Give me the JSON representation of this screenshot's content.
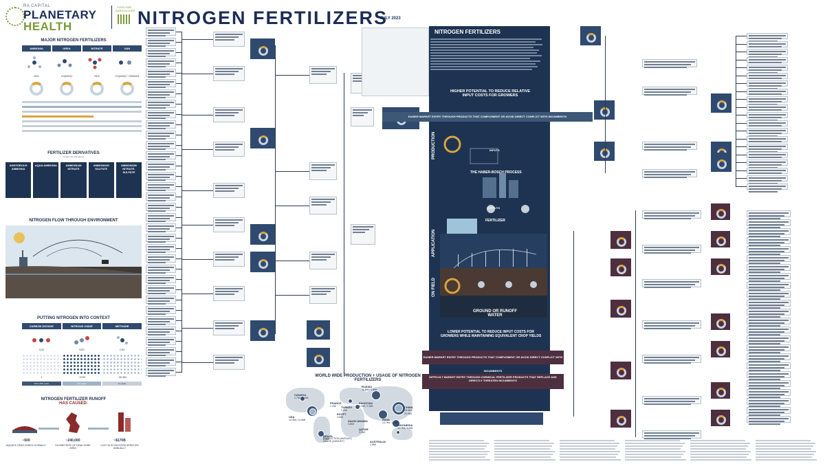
{
  "header": {
    "brand_small": "RA CAPITAL",
    "brand_main": "PLANETARY",
    "brand_sub": "HEALTH",
    "org_label": "FOOD AND AGRICULTURE",
    "title": "NITROGEN FERTILIZERS",
    "date": "JULY 2023"
  },
  "left": {
    "major_title": "MAJOR NITROGEN FERTILIZERS",
    "fertilizers": [
      "AMMONIA",
      "UREA",
      "NITRATE",
      "UAN"
    ],
    "formulas": [
      "NH3",
      "CO(NH2)2",
      "NO3",
      "CO(NH2)2 + NH4NO3"
    ],
    "derivatives_title": "FERTILIZER DERIVATIVES",
    "derivatives_sub": "(made from the above)",
    "derivatives": [
      "ANHYDROUS AMMONIA",
      "AQUA AMMONIA",
      "AMMONIUM NITRATE",
      "AMMONIUM SULFATE",
      "AMMONIUM NITRATE-SULFATE"
    ],
    "flow_title": "NITROGEN FLOW THROUGH ENVIRONMENT",
    "context_title": "PUTTING NITROGEN INTO CONTEXT",
    "context_cols": [
      "CARBON DIOXIDE",
      "NITROUS OXIDE",
      "METHANE"
    ],
    "context_formulas": [
      "CO2",
      "N2O",
      "CH4"
    ],
    "context_gwp": [
      "1",
      "~273X",
      "~30-35X"
    ],
    "context_life": [
      "200-1,000 years",
      "121 years",
      "12 years"
    ],
    "runoff_title": "NITROGEN FERTILIZER RUNOFF",
    "runoff_sub": "HAS CAUSED:",
    "runoff_items": [
      {
        "value": "~500",
        "label": "AQUATIC DEAD ZONES GLOBALLY"
      },
      {
        "value": "~240,000",
        "label": "KILOMETERS² OF DEAD ZONE AREA"
      },
      {
        "value": "~$170B",
        "label": "LOST IN ECOSYSTEM SERVICES ANNUALLY"
      }
    ]
  },
  "center": {
    "title": "NITROGEN FERTILIZERS",
    "higher": "HIGHER POTENTIAL TO REDUCE RELATIVE INPUT COSTS FOR GROWERS",
    "easier": "EASIER MARKET ENTRY THROUGH PRODUCTS THAT COMPLEMENT OR AVOID DIRECT CONFLICT WITH INCUMBENTS",
    "production": "PRODUCTION",
    "application": "APPLICATION",
    "on_field": "ON FIELD",
    "inputs": "INPUTS",
    "haber": "THE HABER-BOSCH PROCESS",
    "outputs": "OUTPUTS",
    "fertilizer": "FERTILIZER",
    "ground": "GROUND OR RUNOFF WATER",
    "lower": "LOWER POTENTIAL TO REDUCE INPUT COSTS FOR GROWERS WHILE MAINTAINING EQUIVALENT CROP YIELDS",
    "easier2": "EASIER MARKET ENTRY THROUGH PRODUCTS THAT COMPLEMENT OR AVOID DIRECT CONFLICT WITH INCUMBENTS",
    "difficult": "DIFFICULT MARKET ENTRY THROUGH CHEMICAL FERTILIZER PRODUCTS THAT REPLACE AND DIRECTLY THREATEN INCUMBENTS"
  },
  "map": {
    "title": "WORLD WIDE PRODUCTION + USAGE OF NITROGEN FERTILIZERS",
    "countries": [
      {
        "name": "CANADA",
        "vals": "2.7Mt / 3.1Mt"
      },
      {
        "name": "USA",
        "vals": "13.3Mt / 11.6Mt"
      },
      {
        "name": "FRANCE",
        "vals": "1.1Mt"
      },
      {
        "name": "TURKEY",
        "vals": "2.1Mt"
      },
      {
        "name": "RUSSIA",
        "vals": "11.5Mt / 2.5Mt"
      },
      {
        "name": "PAKISTAN",
        "vals": "3.2Mt / 3.3Mt"
      },
      {
        "name": "CHINA",
        "vals": "25.6Mt / 25.9Mt"
      },
      {
        "name": "EGYPT",
        "vals": "4.5Mt"
      },
      {
        "name": "SAUDI ARABIA",
        "vals": "3.6Mt"
      },
      {
        "name": "QATAR",
        "vals": "3.3Mt"
      },
      {
        "name": "INDIA",
        "vals": "13.7Mt / 20.4Mt"
      },
      {
        "name": "INDONESIA",
        "vals": "12.7Mt / 3.3Mt"
      },
      {
        "name": "BRAZIL",
        "vals": "5.9Mt"
      },
      {
        "name": "AUSTRALIA",
        "vals": "1.5Mt"
      }
    ],
    "legend": [
      "PRODUCTION (AMOUNT)",
      "USAGE (AMOUNT)"
    ]
  },
  "colors": {
    "navy": "#1e3351",
    "steel": "#2f4a6e",
    "maroon": "#4e2f3f",
    "olive": "#7a9a3a",
    "gold": "#d9a441"
  }
}
